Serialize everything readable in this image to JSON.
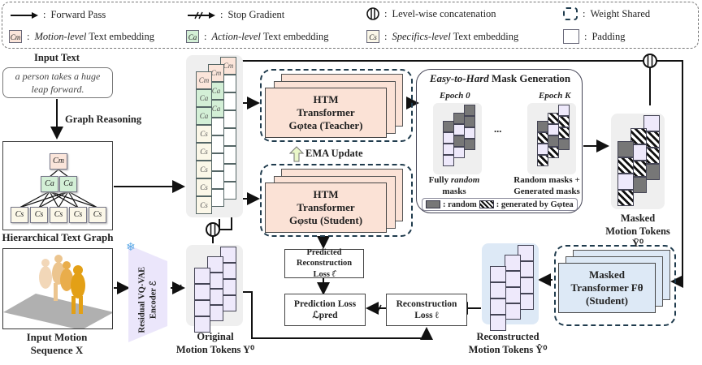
{
  "legend": {
    "forward_pass": "Forward Pass",
    "stop_gradient": "Stop Gradient",
    "level_concat": "Level-wise concatenation",
    "weight_shared": "Weight Shared",
    "motion_symbol": "Cm",
    "motion_level": "Motion-level",
    "action_symbol": "Ca",
    "action_level": "Action-level",
    "specifics_symbol": "Cs",
    "specifics_level": "Specifics-level",
    "text_embedding": " Text embedding",
    "padding": "Padding",
    "colon": ":"
  },
  "input_text": {
    "title": "Input Text",
    "content": "a person takes a huge leap forward."
  },
  "graph_reasoning": "Graph Reasoning",
  "text_graph": {
    "caption": "Hierarchical Text Graph",
    "root": "Cm",
    "actions": [
      "Ca",
      "Ca"
    ],
    "specifics": [
      "Cs",
      "Cs",
      "Cs",
      "Cs",
      "Cs"
    ]
  },
  "embedding_stack": {
    "col1": [
      "Cm",
      "Ca",
      "Ca",
      "Cs",
      "Cs",
      "Cs",
      "Cs",
      "Cs"
    ],
    "col2": [
      "Cm",
      "Ca",
      "Ca",
      "",
      "",
      "",
      "",
      ""
    ],
    "col3": [
      "Cm",
      "",
      "",
      "",
      "",
      "",
      "",
      ""
    ]
  },
  "teacher": {
    "line1": "HTM",
    "line2": "Transformer",
    "line3": "Gφtea (Teacher)"
  },
  "ema": "EMA Update",
  "student": {
    "line1": "HTM",
    "line2": "Transformer",
    "line3": "Gφstu (Student)"
  },
  "mask_gen": {
    "title_italic": "Easy-to-Hard",
    "title_rest": " Mask Generation",
    "epoch0": "Epoch 0",
    "epochK": "Epoch K",
    "ellipsis": "...",
    "caption0_a": "Fully ",
    "caption0_b": "random",
    "caption0_c": "masks",
    "captionK_1": "Random masks +",
    "captionK_2": "Generated masks",
    "key_random": ": random",
    "key_generated": ": generated by Gφtea"
  },
  "masked_tokens": {
    "line1": "Masked",
    "line2": "Motion Tokens Ȳ⁰"
  },
  "input_motion": {
    "line1": "Input Motion",
    "line2": "Sequence X"
  },
  "encoder": {
    "line1": "Residual VQ-VAE",
    "line2": "Encoder ℰ"
  },
  "original_tokens": {
    "line1": "Original",
    "line2": "Motion Tokens Y⁰"
  },
  "pred_recon_loss": {
    "line1": "Predicted",
    "line2": "Reconstruction",
    "line3": "Loss ℓ̂"
  },
  "prediction_loss": {
    "line1": "Prediction Loss",
    "line2": "ℒpred"
  },
  "recon_loss": {
    "line1": "Reconstruction",
    "line2": "Loss ℓ"
  },
  "recon_tokens": {
    "line1": "Reconstructed",
    "line2": "Motion Tokens Ŷ⁰"
  },
  "masked_transformer": {
    "line1": "Masked",
    "line2": "Transformer Fθ",
    "line3": "(Student)"
  }
}
